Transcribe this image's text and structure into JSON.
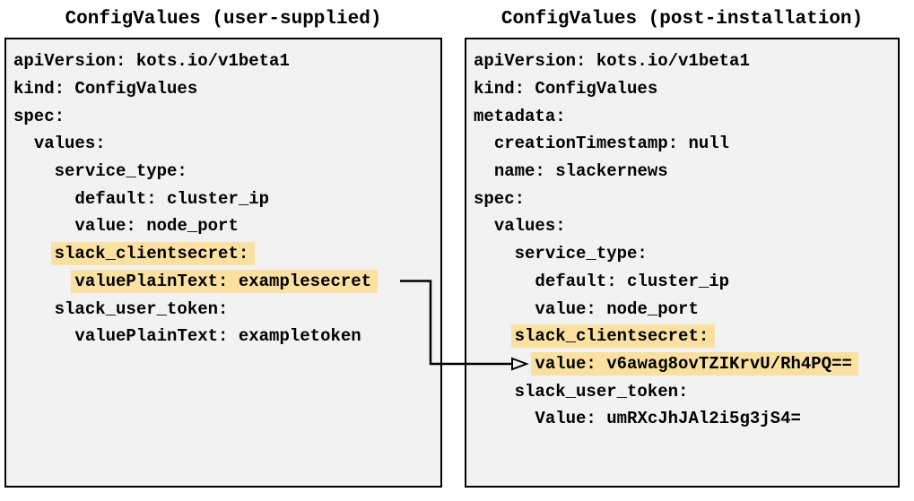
{
  "colors": {
    "panel_bg": "#f2f2f2",
    "panel_border": "#000000",
    "highlight": "#fae1a1",
    "text": "#000000",
    "arrow": "#000000"
  },
  "left_panel": {
    "title": "ConfigValues (user-supplied)",
    "lines": [
      {
        "pre": "",
        "text": "apiVersion: kots.io/v1beta1",
        "hl": false
      },
      {
        "pre": "",
        "text": "kind: ConfigValues",
        "hl": false
      },
      {
        "pre": "",
        "text": "spec:",
        "hl": false
      },
      {
        "pre": "  ",
        "text": "values:",
        "hl": false
      },
      {
        "pre": "    ",
        "text": "service_type:",
        "hl": false
      },
      {
        "pre": "      ",
        "text": "default: cluster_ip",
        "hl": false
      },
      {
        "pre": "      ",
        "text": "value: node_port",
        "hl": false
      },
      {
        "pre": "    ",
        "text": "slack_clientsecret:",
        "hl": true
      },
      {
        "pre": "      ",
        "text": "valuePlainText: examplesecret",
        "hl": true
      },
      {
        "pre": "    ",
        "text": "slack_user_token:",
        "hl": false
      },
      {
        "pre": "      ",
        "text": "valuePlainText: exampletoken",
        "hl": false
      }
    ]
  },
  "right_panel": {
    "title": "ConfigValues (post-installation)",
    "lines": [
      {
        "pre": "",
        "text": "apiVersion: kots.io/v1beta1",
        "hl": false
      },
      {
        "pre": "",
        "text": "kind: ConfigValues",
        "hl": false
      },
      {
        "pre": "",
        "text": "metadata:",
        "hl": false
      },
      {
        "pre": "  ",
        "text": "creationTimestamp: null",
        "hl": false
      },
      {
        "pre": "  ",
        "text": "name: slackernews",
        "hl": false
      },
      {
        "pre": "",
        "text": "spec:",
        "hl": false
      },
      {
        "pre": "  ",
        "text": "values:",
        "hl": false
      },
      {
        "pre": "    ",
        "text": "service_type:",
        "hl": false
      },
      {
        "pre": "      ",
        "text": "default: cluster_ip",
        "hl": false
      },
      {
        "pre": "      ",
        "text": "value: node_port",
        "hl": false
      },
      {
        "pre": "    ",
        "text": "slack_clientsecret:",
        "hl": true
      },
      {
        "pre": "      ",
        "text": "value: v6awag8ovTZIKrvU/Rh4PQ==",
        "hl": true
      },
      {
        "pre": "    ",
        "text": "slack_user_token:",
        "hl": false
      },
      {
        "pre": "      ",
        "text": "Value: umRXcJhJAl2i5g3jS4=",
        "hl": false
      }
    ]
  },
  "arrow": {
    "from": "valuePlainText: examplesecret",
    "to": "value: v6awag8ovTZIKrvU/Rh4PQ=="
  }
}
